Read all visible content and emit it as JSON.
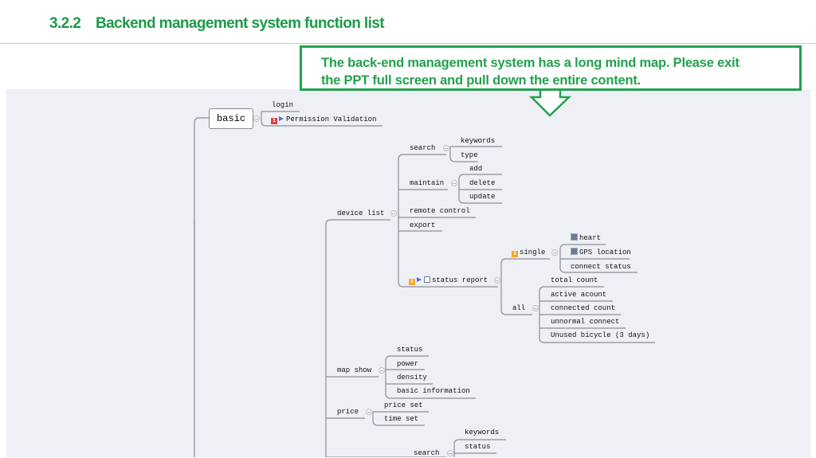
{
  "header": {
    "title": "3.2.2    Backend management system function list"
  },
  "callout": {
    "line1": "The back-end management system has a long mind map. Please exit",
    "line2": "the PPT full screen and pull down the entire content.",
    "color": "#22a24c"
  },
  "mindmap": {
    "basic": {
      "label": "basic",
      "children": [
        "login",
        "Permission Validation"
      ]
    },
    "device_list": {
      "label": "device list",
      "search": {
        "label": "search",
        "children": [
          "keywords",
          "type"
        ]
      },
      "maintain": {
        "label": "maintain",
        "children": [
          "add",
          "delete",
          "update"
        ]
      },
      "remote_control": "remote control",
      "export": "export",
      "status_report": {
        "label": "status report",
        "single": {
          "label": "single",
          "children": [
            "heart",
            "GPS location",
            "connect status"
          ]
        },
        "all": {
          "label": "all",
          "children": [
            "total count",
            "active acount",
            "connected count",
            "unnormal connect",
            "Unused bicycle (3 days)"
          ]
        }
      }
    },
    "map_show": {
      "label": "map show",
      "children": [
        "status",
        "power",
        "density",
        "basic information"
      ]
    },
    "price": {
      "label": "price",
      "children": [
        "price set",
        "time set"
      ]
    },
    "search2": {
      "label": "search",
      "children": [
        "keywords",
        "status"
      ]
    },
    "icons": {
      "priority1": "1",
      "priority2": "2",
      "priority_colors": [
        "#e04040",
        "#f4a820"
      ],
      "flag": "blue-flag-icon"
    }
  }
}
